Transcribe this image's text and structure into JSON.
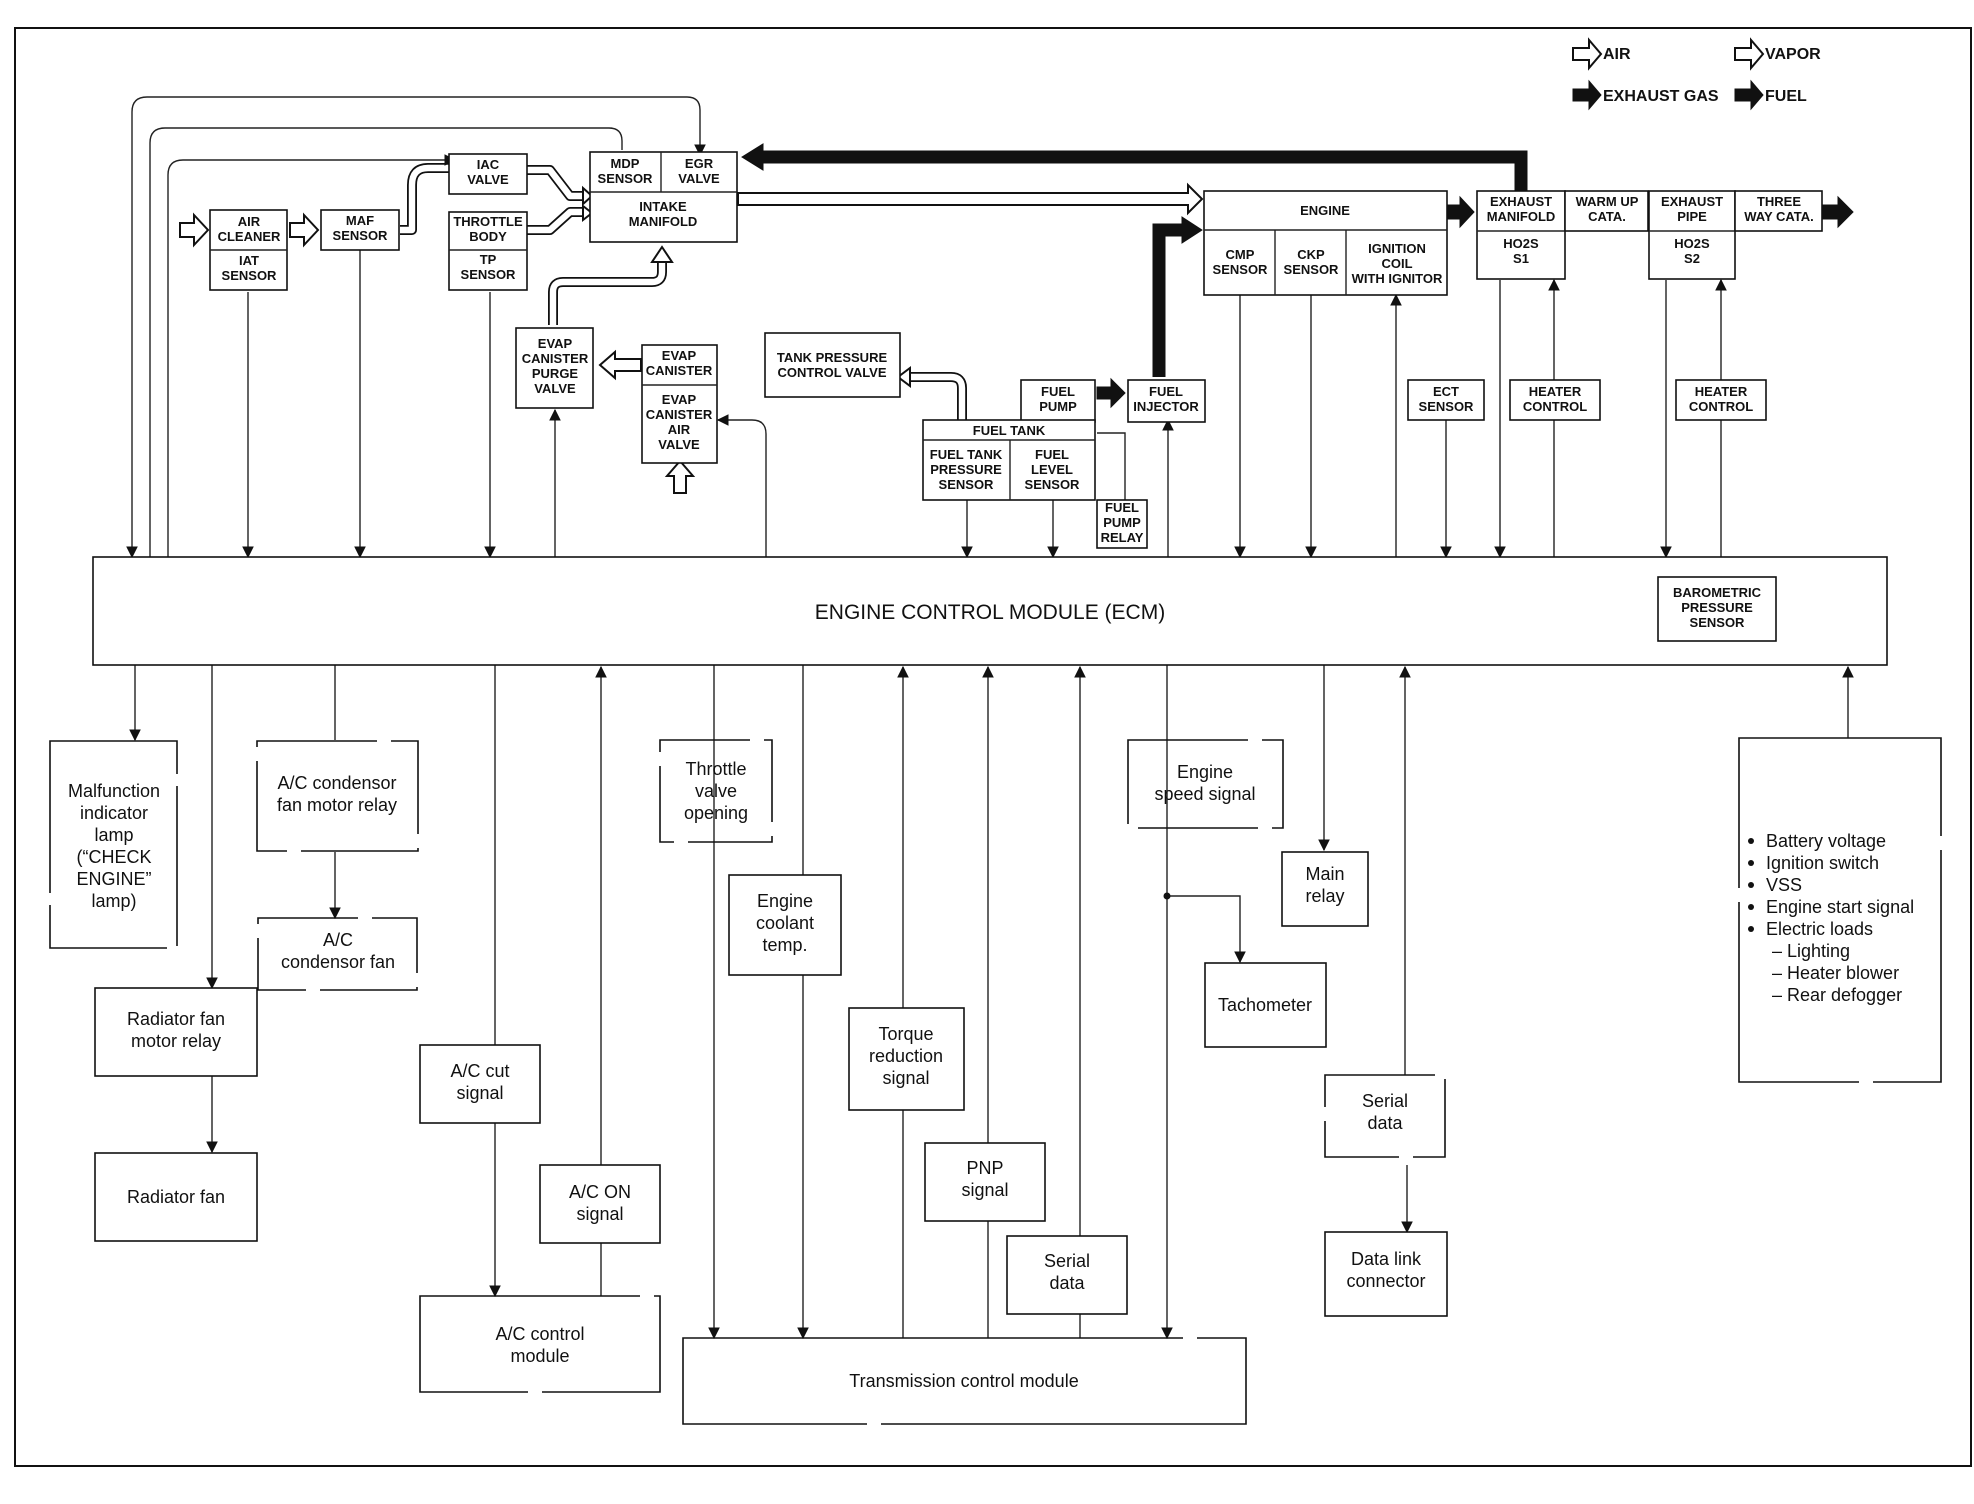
{
  "legend": {
    "air": "AIR",
    "vapor": "VAPOR",
    "exhaust_gas": "EXHAUST GAS",
    "fuel": "FUEL"
  },
  "labels": {
    "mdp_sensor": [
      "MDP",
      "SENSOR"
    ],
    "egr_valve": [
      "EGR",
      "VALVE"
    ],
    "intake_manifold": [
      "INTAKE",
      "MANIFOLD"
    ],
    "iac_valve": [
      "IAC",
      "VALVE"
    ],
    "throttle_body": [
      "THROTTLE",
      "BODY"
    ],
    "tp_sensor": [
      "TP",
      "SENSOR"
    ],
    "air_cleaner": [
      "AIR",
      "CLEANER"
    ],
    "iat_sensor": [
      "IAT",
      "SENSOR"
    ],
    "maf_sensor": [
      "MAF",
      "SENSOR"
    ],
    "engine": [
      "ENGINE"
    ],
    "cmp_sensor": [
      "CMP",
      "SENSOR"
    ],
    "ckp_sensor": [
      "CKP",
      "SENSOR"
    ],
    "ignition_coil": [
      "IGNITION",
      "COIL",
      "WITH IGNITOR"
    ],
    "exhaust_manifold": [
      "EXHAUST",
      "MANIFOLD"
    ],
    "warm_up_cata": [
      "WARM UP",
      "CATA."
    ],
    "ho2s_s1": [
      "HO2S",
      "S1"
    ],
    "exhaust_pipe": [
      "EXHAUST",
      "PIPE"
    ],
    "three_way_cata": [
      "THREE",
      "WAY CATA."
    ],
    "ho2s_s2": [
      "HO2S",
      "S2"
    ],
    "evap_purge_valve": [
      "EVAP",
      "CANISTER",
      "PURGE",
      "VALVE"
    ],
    "evap_canister": [
      "EVAP",
      "CANISTER"
    ],
    "evap_air_valve": [
      "EVAP",
      "CANISTER",
      "AIR",
      "VALVE"
    ],
    "tank_pressure_valve": [
      "TANK PRESSURE",
      "CONTROL VALVE"
    ],
    "fuel_pump": [
      "FUEL",
      "PUMP"
    ],
    "fuel_injector": [
      "FUEL",
      "INJECTOR"
    ],
    "fuel_tank": [
      "FUEL TANK"
    ],
    "fuel_tank_pressure_sensor": [
      "FUEL TANK",
      "PRESSURE",
      "SENSOR"
    ],
    "fuel_level_sensor": [
      "FUEL",
      "LEVEL",
      "SENSOR"
    ],
    "fuel_pump_relay": [
      "FUEL",
      "PUMP",
      "RELAY"
    ],
    "ect_sensor": [
      "ECT",
      "SENSOR"
    ],
    "heater_control_1": [
      "HEATER",
      "CONTROL"
    ],
    "heater_control_2": [
      "HEATER",
      "CONTROL"
    ],
    "ecm": [
      "ENGINE CONTROL MODULE (ECM)"
    ],
    "barometric_sensor": [
      "BAROMETRIC",
      "PRESSURE",
      "SENSOR"
    ],
    "mil": [
      "Malfunction",
      "indicator",
      "lamp",
      "(“CHECK",
      "ENGINE”",
      "lamp)"
    ],
    "ac_condensor_relay": [
      "A/C condensor",
      "fan motor relay"
    ],
    "ac_condensor_fan": [
      "A/C",
      "condensor fan"
    ],
    "radiator_fan_relay": [
      "Radiator fan",
      "motor relay"
    ],
    "radiator_fan": [
      "Radiator fan"
    ],
    "ac_cut_signal": [
      "A/C cut",
      "signal"
    ],
    "ac_on_signal": [
      "A/C ON",
      "signal"
    ],
    "ac_control_module": [
      "A/C control",
      "module"
    ],
    "throttle_valve_opening": [
      "Throttle",
      "valve",
      "opening"
    ],
    "engine_coolant_temp": [
      "Engine",
      "coolant",
      "temp."
    ],
    "torque_reduction": [
      "Torque",
      "reduction",
      "signal"
    ],
    "pnp_signal": [
      "PNP",
      "signal"
    ],
    "serial_data_1": [
      "Serial",
      "data"
    ],
    "transmission_module": [
      "Transmission control module"
    ],
    "engine_speed_signal": [
      "Engine",
      "speed signal"
    ],
    "main_relay": [
      "Main",
      "relay"
    ],
    "tachometer": [
      "Tachometer"
    ],
    "serial_data_2": [
      "Serial",
      "data"
    ],
    "data_link_connector": [
      "Data link",
      "connector"
    ]
  },
  "inputs_list": [
    "Battery voltage",
    "Ignition switch",
    "VSS",
    "Engine start signal",
    "Electric loads"
  ],
  "electric_loads": [
    "– Lighting",
    "– Heater blower",
    "– Rear defogger"
  ],
  "colors": {
    "line": "#111111",
    "background": "#ffffff"
  }
}
